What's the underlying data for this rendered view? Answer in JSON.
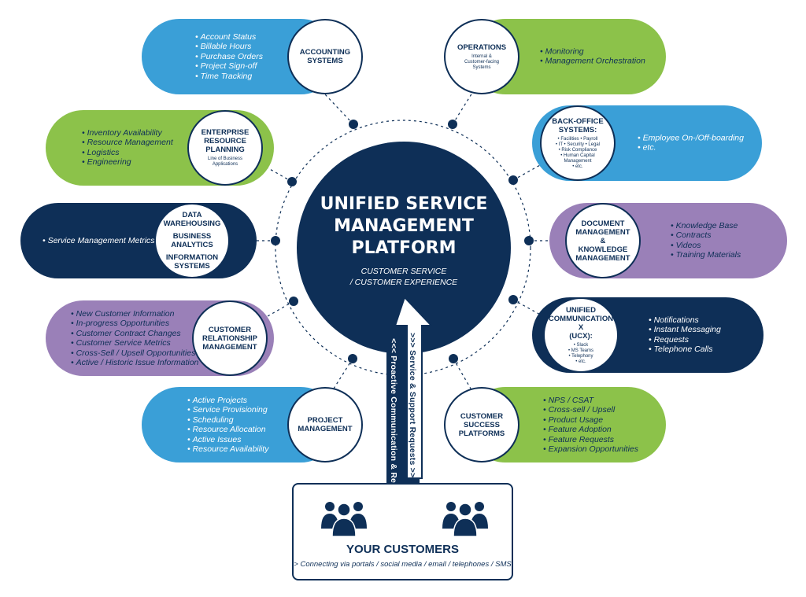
{
  "center": {
    "title_lines": [
      "UNIFIED SERVICE",
      "MANAGEMENT",
      "PLATFORM"
    ],
    "subtitle_lines": [
      "CUSTOMER SERVICE",
      "/ CUSTOMER EXPERIENCE"
    ]
  },
  "colors": {
    "navy": "#0e2f57",
    "blue": "#3a9fd7",
    "green": "#8cc24a",
    "purple": "#9a80b8"
  },
  "systems": [
    {
      "key": "accounting",
      "title_lines": [
        "ACCOUNTING",
        "SYSTEMS"
      ],
      "subtitle_lines": [],
      "color": "blue",
      "items": [
        "Account Status",
        "Billable Hours",
        "Purchase Orders",
        "Project Sign-off",
        "Time Tracking"
      ]
    },
    {
      "key": "erp",
      "title_lines": [
        "ENTERPRISE",
        "RESOURCE",
        "PLANNING"
      ],
      "subtitle_lines": [
        "Line of Business",
        "Applications"
      ],
      "color": "green",
      "items": [
        "Inventory Availability",
        "Resource Management",
        "Logistics",
        "Engineering"
      ]
    },
    {
      "key": "data",
      "title_lines": [
        "DATA",
        "WAREHOUSING"
      ],
      "title2_lines": [
        "BUSINESS",
        "ANALYTICS"
      ],
      "title3_lines": [
        "INFORMATION",
        "SYSTEMS"
      ],
      "color": "navy",
      "items": [
        "Service Management Metrics"
      ]
    },
    {
      "key": "crm",
      "title_lines": [
        "CUSTOMER",
        "RELATIONSHIP",
        "MANAGEMENT"
      ],
      "subtitle_lines": [],
      "color": "purple",
      "items": [
        "New Customer Information",
        "In-progress Opportunities",
        "Customer Contract Changes",
        "Customer Service Metrics",
        "Cross-Sell / Upsell Opportunities",
        "Active / Historic Issue Information"
      ]
    },
    {
      "key": "project",
      "title_lines": [
        "PROJECT",
        "MANAGEMENT"
      ],
      "subtitle_lines": [],
      "color": "blue",
      "items": [
        "Active Projects",
        "Service Provisioning",
        "Scheduling",
        "Resource Allocation",
        "Active Issues",
        "Resource Availability"
      ]
    },
    {
      "key": "operations",
      "title_lines": [
        "OPERATIONS"
      ],
      "subtitle_lines": [
        "Internal &",
        "Customer-facing",
        "Systems"
      ],
      "color": "green",
      "items": [
        "Monitoring",
        "Management Orchestration"
      ]
    },
    {
      "key": "backoffice",
      "title_lines": [
        "BACK-OFFICE",
        "SYSTEMS:"
      ],
      "subtitle_lines": [
        "• Facilities • Payroll",
        "• IT • Security • Legal",
        "• Risk Compliance",
        "• Human Capital",
        "Management",
        "• etc."
      ],
      "color": "blue",
      "items": [
        "Employee On-/Off-boarding",
        "etc."
      ]
    },
    {
      "key": "document",
      "title_lines": [
        "DOCUMENT",
        "MANAGEMENT",
        "&",
        "KNOWLEDGE",
        "MANAGEMENT"
      ],
      "subtitle_lines": [],
      "color": "purple",
      "items": [
        "Knowledge Base",
        "Contracts",
        "Videos",
        "Training Materials"
      ]
    },
    {
      "key": "ucx",
      "title_lines": [
        "UNIFIED",
        "COMMUNICATION X",
        "(UCX):"
      ],
      "subtitle_lines": [
        "• Slack",
        "• MS Teams",
        "• Telephony",
        "• etc."
      ],
      "color": "navy",
      "items": [
        "Notifications",
        "Instant Messaging",
        "Requests",
        "Telephone Calls"
      ]
    },
    {
      "key": "success",
      "title_lines": [
        "CUSTOMER",
        "SUCCESS",
        "PLATFORMS"
      ],
      "subtitle_lines": [],
      "color": "green",
      "items": [
        "NPS / CSAT",
        "Cross-sell / Upsell",
        "Product Usage",
        "Feature Adoption",
        "Feature Requests",
        "Expansion Opportunities"
      ]
    }
  ],
  "flows": {
    "down_label": "<<<  Proactive Communication & Reporting  <<<",
    "up_label": ">>>  Service & Support Requests  >>>"
  },
  "customers": {
    "title": "YOUR CUSTOMERS",
    "subtitle": "> Connecting via portals / social media / email / telephones / SMS"
  }
}
